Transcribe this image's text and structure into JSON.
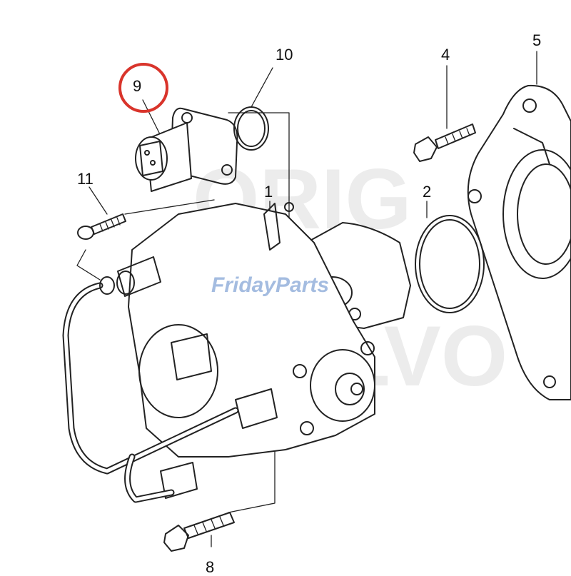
{
  "diagram": {
    "callouts": [
      {
        "id": "1",
        "label": "1"
      },
      {
        "id": "2",
        "label": "2"
      },
      {
        "id": "4",
        "label": "4"
      },
      {
        "id": "5",
        "label": "5"
      },
      {
        "id": "8",
        "label": "8"
      },
      {
        "id": "9",
        "label": "9",
        "highlighted": true
      },
      {
        "id": "10",
        "label": "10"
      },
      {
        "id": "11",
        "label": "11"
      }
    ],
    "highlight_color": "#d9342b",
    "watermark": "FridayParts",
    "watermark_color": "#5a86c8"
  }
}
